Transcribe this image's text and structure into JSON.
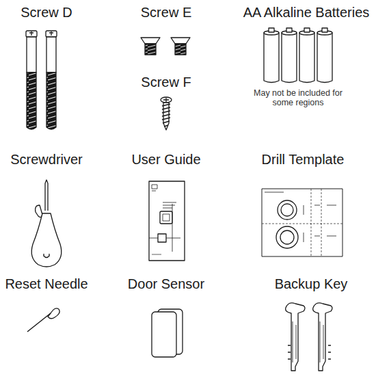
{
  "diagram": {
    "labels": [
      "Screw D",
      "Screw E",
      "AA Alkaline Batteries",
      "Screw F",
      "May not be included for some regions",
      "Screwdriver",
      "User Guide",
      "Drill Template",
      "Reset Needle",
      "Door Sensor",
      "Backup Key"
    ]
  }
}
